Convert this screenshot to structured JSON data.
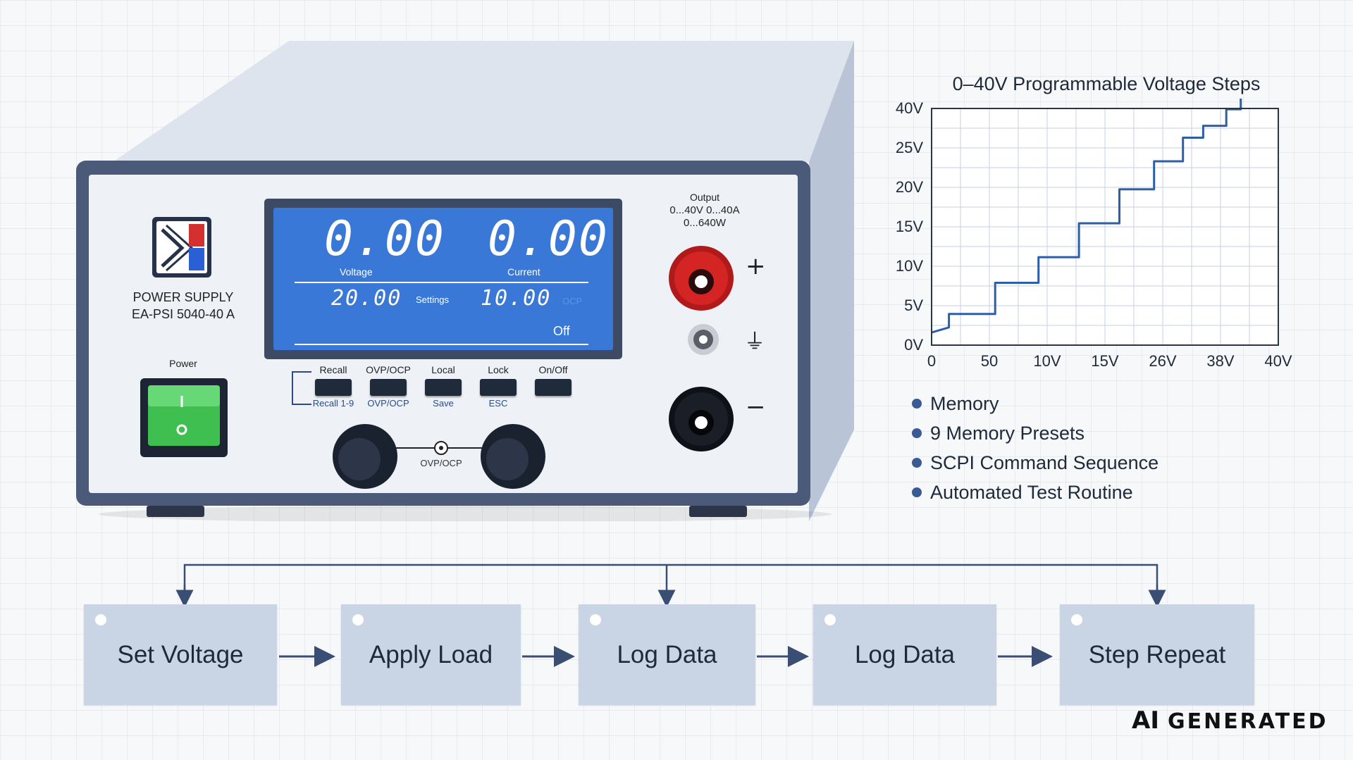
{
  "device": {
    "brand_text": "POWER SUPPLY",
    "model": "EA-PSI 5040-40 A",
    "power_label": "Power",
    "display": {
      "voltage_value": "0.00",
      "current_value": "0.00",
      "voltage_label": "Voltage",
      "current_label": "Current",
      "set_voltage": "20.00",
      "settings_label": "Settings",
      "set_current": "10.00",
      "ocp_label": "OCP",
      "status": "Off"
    },
    "buttons": [
      {
        "top": "Recall",
        "bottom": "Recall 1-9"
      },
      {
        "top": "OVP/OCP",
        "bottom": "OVP/OCP"
      },
      {
        "top": "Local",
        "bottom": "Save"
      },
      {
        "top": "Lock",
        "bottom": "ESC"
      },
      {
        "top": "On/Off",
        "bottom": ""
      }
    ],
    "knob_label": "OVP/OCP",
    "output": {
      "line1": "Output",
      "line2": "0...40V 0...40A",
      "line3": "0...640W"
    },
    "terminals": {
      "plus": "+",
      "ground": "⏚",
      "minus": "−"
    },
    "colors": {
      "frame": "#4a5a78",
      "lcd": "#3a78d8",
      "power_switch": "#3fbf4f",
      "terminal_pos": "#d42424",
      "terminal_neg": "#1a1e26"
    }
  },
  "chart_data": {
    "type": "line",
    "title": "0–40V Programmable Voltage Steps",
    "y_tick_labels": [
      "0V",
      "5V",
      "10V",
      "15V",
      "20V",
      "25V",
      "40V"
    ],
    "x_tick_labels": [
      "0",
      "50",
      "10V",
      "15V",
      "26V",
      "38V",
      "40V"
    ],
    "xlim": [
      0,
      6
    ],
    "ylim": [
      0,
      6
    ],
    "grid": true,
    "line_color": "#2f5ea8",
    "series": [
      {
        "x": [
          0,
          0.3,
          0.3,
          1.1,
          1.1,
          1.85,
          1.85,
          2.55,
          2.55,
          3.25,
          3.25,
          3.85,
          3.85,
          4.35,
          4.35,
          4.7,
          4.7,
          5.1,
          5.1,
          5.35,
          5.35,
          6
        ],
        "y": [
          0.32,
          0.45,
          0.79,
          0.79,
          1.58,
          1.58,
          2.23,
          2.23,
          3.09,
          3.09,
          3.95,
          3.95,
          4.66,
          4.66,
          5.26,
          5.26,
          5.56,
          5.56,
          5.98,
          5.98,
          6.5,
          6.5
        ]
      }
    ]
  },
  "features": [
    "Memory",
    "9 Memory Presets",
    "SCPI Command Sequence",
    "Automated Test Routine"
  ],
  "workflow": {
    "steps": [
      "Set Voltage",
      "Apply Load",
      "Log Data",
      "Log Data",
      "Step Repeat"
    ]
  },
  "badge": {
    "ai": "AI",
    "text": "GENERATED"
  }
}
